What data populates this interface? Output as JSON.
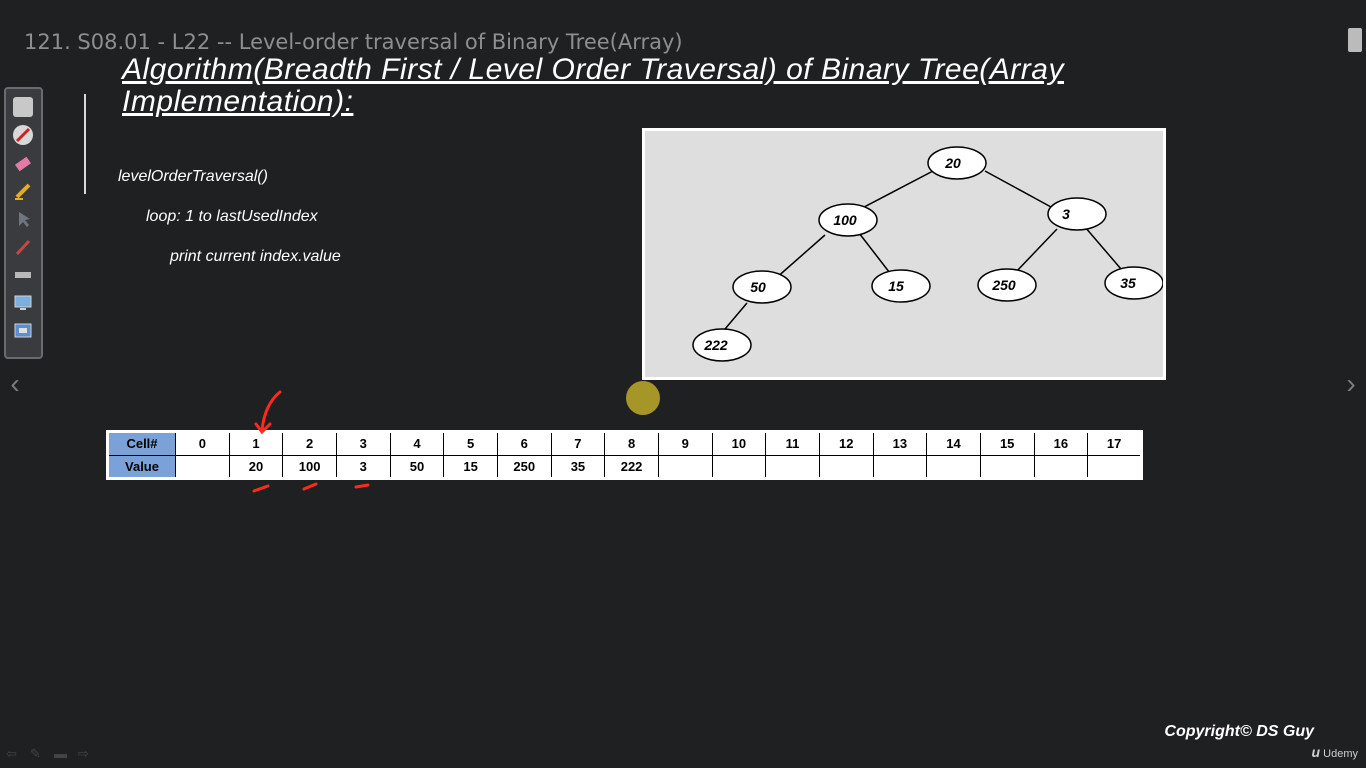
{
  "video": {
    "title": "121. S08.01 - L22 -- Level-order traversal of Binary Tree(Array)"
  },
  "slide": {
    "heading": "Algorithm(Breadth First / Level Order Traversal) of Binary Tree(Array Implementation):",
    "code": [
      "levelOrderTraversal()",
      "loop: 1 to lastUsedIndex",
      "print current index.value"
    ],
    "tree_nodes": [
      "20",
      "100",
      "3",
      "50",
      "15",
      "250",
      "35",
      "222"
    ],
    "table": {
      "row1_label": "Cell#",
      "row2_label": "Value",
      "cells": [
        "0",
        "1",
        "2",
        "3",
        "4",
        "5",
        "6",
        "7",
        "8",
        "9",
        "10",
        "11",
        "12",
        "13",
        "14",
        "15",
        "16",
        "17"
      ],
      "values": [
        "",
        "20",
        "100",
        "3",
        "50",
        "15",
        "250",
        "35",
        "222",
        "",
        "",
        "",
        "",
        "",
        "",
        "",
        "",
        ""
      ]
    },
    "copyright": "Copyright© DS Guy"
  },
  "player": {
    "brand": "Udemy",
    "nav_prev_icon": "chevron-left-icon",
    "nav_next_icon": "chevron-right-icon"
  },
  "toolbar": {
    "tools": [
      "whiteboard-icon",
      "pen-icon",
      "eraser-icon",
      "highlighter-icon",
      "pointer-icon",
      "marker-icon",
      "ruler-icon",
      "screen-icon",
      "capture-icon"
    ]
  },
  "colors": {
    "background": "#1f2022",
    "table_header": "#7aa2d9",
    "annotation": "#ff2a1a",
    "pointer": "#beaa28"
  }
}
